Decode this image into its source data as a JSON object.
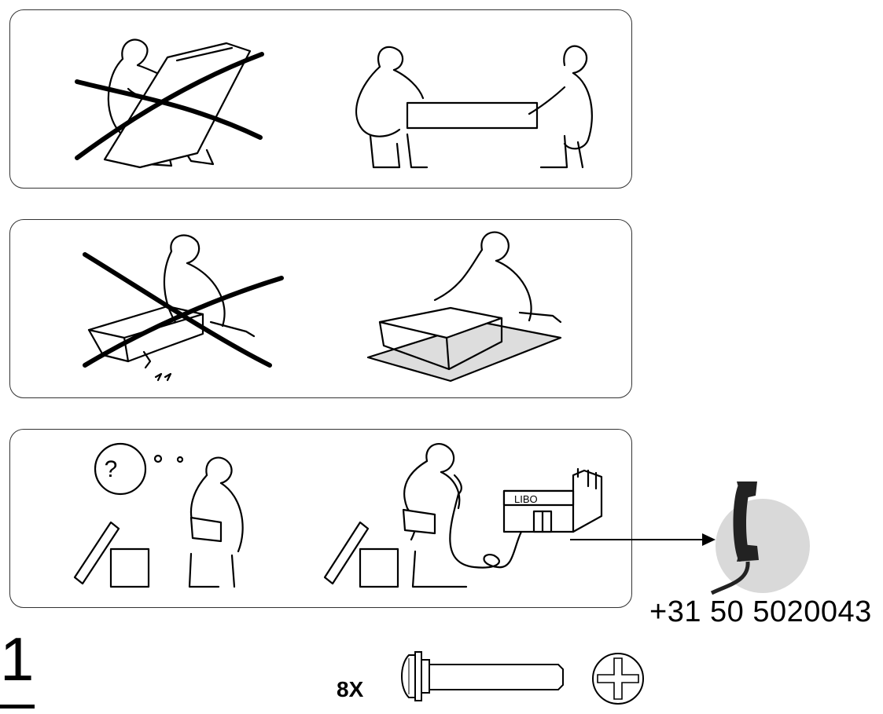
{
  "panels": [
    {
      "name": "lift-alone-vs-two-people",
      "wrong": "one person lifting a long panel alone",
      "right": "two people carrying the panel together"
    },
    {
      "name": "hard-floor-vs-soft-surface",
      "wrong": "assembling on a bare floor damaging the piece",
      "right": "assembling on a rug to protect the piece"
    },
    {
      "name": "unsure-call-store",
      "left": "person puzzled with a question",
      "right": "person calling the store"
    }
  ],
  "store_sign": "LIBO",
  "question_mark": "?",
  "contact": {
    "phone": "+31 50 5020043"
  },
  "step": {
    "number": "1"
  },
  "parts": {
    "quantity": "8X"
  },
  "colors": {
    "line": "#000000",
    "border": "#333333",
    "phone_bg": "#d9d9d9"
  },
  "icons": [
    "telephone-icon",
    "bolt-icon",
    "phillips-head-icon"
  ]
}
